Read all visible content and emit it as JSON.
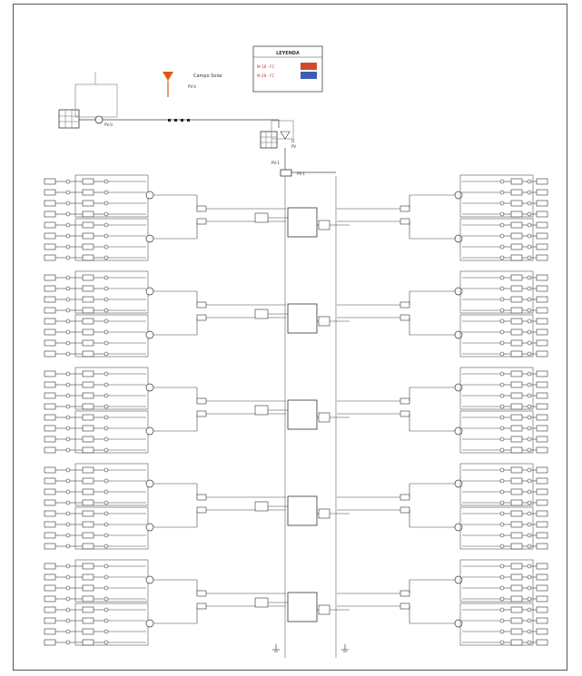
{
  "legend": {
    "title": "LEYENDA",
    "rows": [
      {
        "label": "M-1B - FC",
        "swatch": "#d04a2a"
      },
      {
        "label": "M-2B - FC",
        "swatch": "#3c5fb0"
      }
    ]
  },
  "source": {
    "label": "Campo Solar",
    "sublabel": "PV-0",
    "antenna_color": "#e05a10"
  },
  "colors": {
    "line": "#444444",
    "bus": "#888888"
  },
  "blocks": 5
}
